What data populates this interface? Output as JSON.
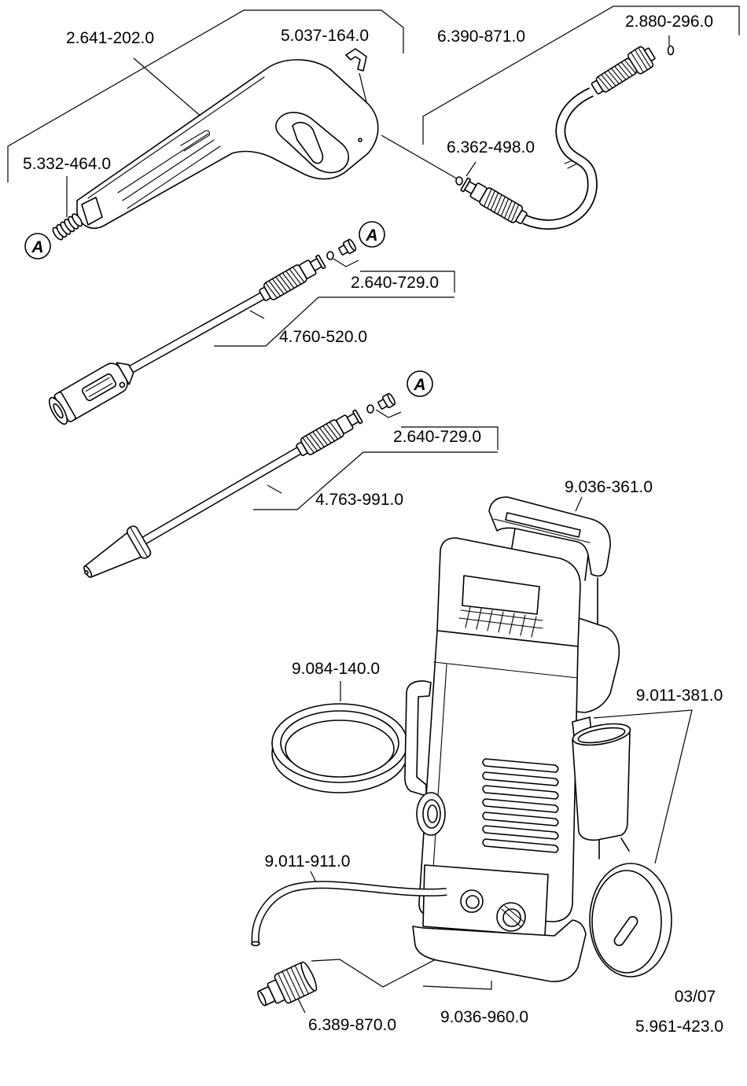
{
  "part_labels": [
    "2.641-202.0",
    "5.037-164.0",
    "6.390-871.0",
    "2.880-296.0",
    "5.332-464.0",
    "6.362-498.0",
    "2.640-729.0",
    "4.760-520.0",
    "2.640-729.0",
    "4.763-991.0",
    "9.036-361.0",
    "9.084-140.0",
    "9.011-381.0",
    "9.011-911.0",
    "6.389-870.0",
    "9.036-960.0"
  ],
  "callouts": [
    "A",
    "A",
    "A"
  ],
  "date_code": "03/07",
  "drawing_number": "5.961-423.0"
}
